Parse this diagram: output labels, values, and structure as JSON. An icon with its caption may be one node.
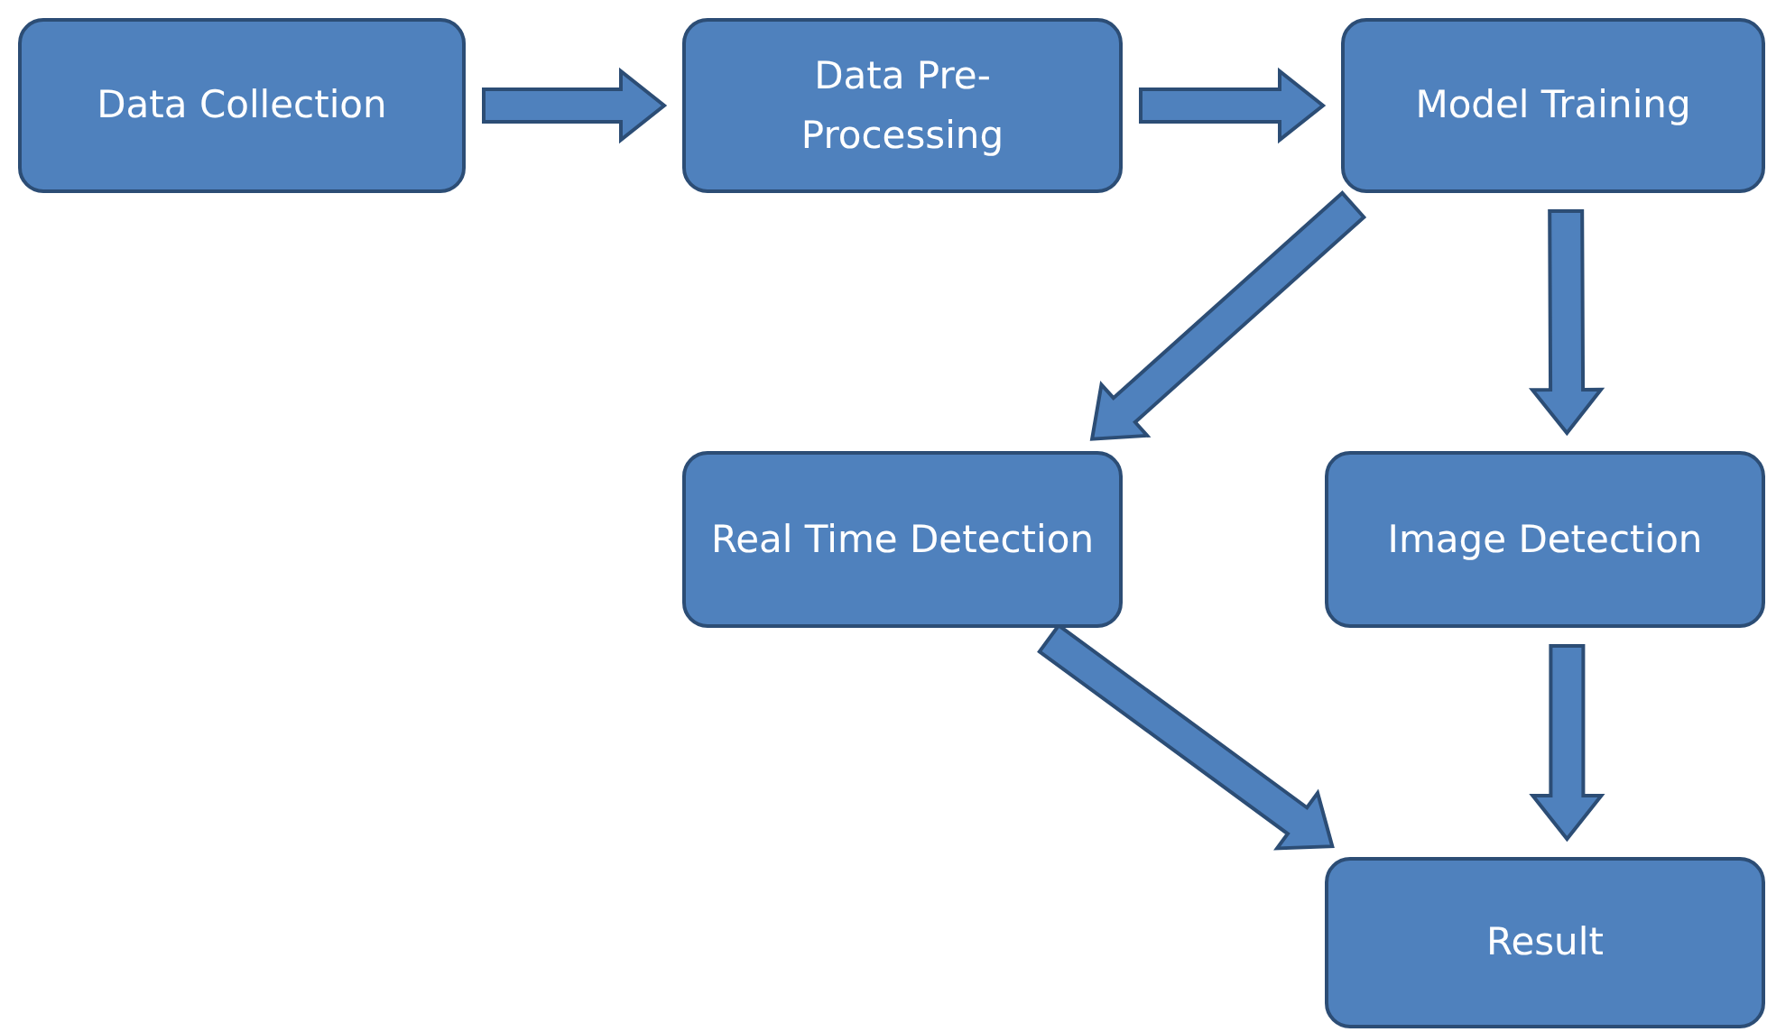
{
  "diagram": {
    "nodes": [
      {
        "text": [
          "Data Collection"
        ]
      },
      {
        "text": [
          "Data Pre- Processing"
        ]
      },
      {
        "text": [
          "Model Training"
        ]
      },
      {
        "text": [
          "Real Time Detection"
        ]
      },
      {
        "text": [
          "Image Detection"
        ]
      },
      {
        "text": [
          "Result"
        ]
      }
    ],
    "edges": [
      {
        "from": 0,
        "to": 1,
        "arrow": "to"
      },
      {
        "from": 1,
        "to": 2,
        "arrow": "to"
      },
      {
        "from": 2,
        "to": 3,
        "arrow": "to"
      },
      {
        "from": 2,
        "to": 4,
        "arrow": "to"
      },
      {
        "from": 3,
        "to": 5,
        "arrow": "to"
      },
      {
        "from": 4,
        "to": 5,
        "arrow": "to"
      }
    ]
  }
}
